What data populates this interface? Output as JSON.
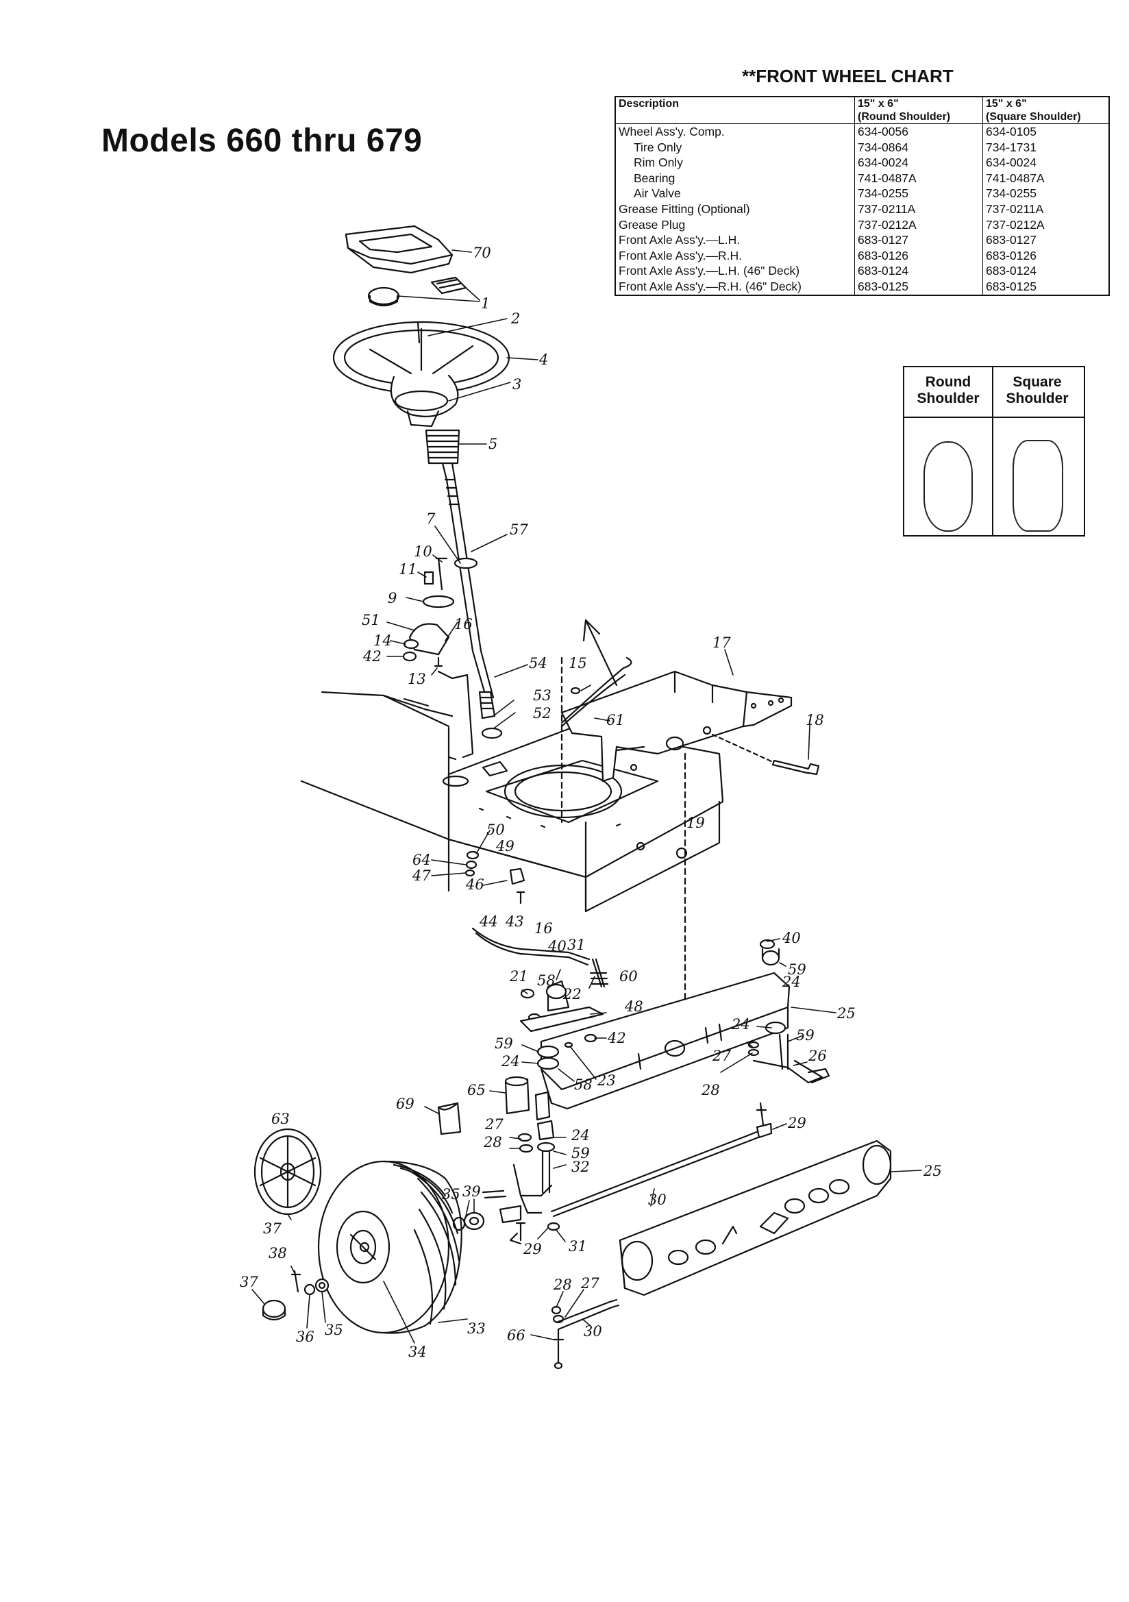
{
  "page_title": "Models 660 thru 679",
  "wheel_chart": {
    "title": "**FRONT WHEEL CHART",
    "headers": [
      "Description",
      "15\" x 6\" (Round Shoulder)",
      "15\" x 6\" (Square Shoulder)"
    ],
    "header_lines": {
      "c1_line1": "15\" x 6\"",
      "c1_line2": "(Round Shoulder)",
      "c2_line1": "15\" x 6\"",
      "c2_line2": "(Square Shoulder)"
    },
    "rows": [
      {
        "description": "Wheel Ass'y. Comp.",
        "round": "634-0056",
        "square": "634-0105"
      },
      {
        "description": "Tire Only",
        "round": "734-0864",
        "square": "734-1731"
      },
      {
        "description": "Rim Only",
        "round": "634-0024",
        "square": "634-0024"
      },
      {
        "description": "Bearing",
        "round": "741-0487A",
        "square": "741-0487A"
      },
      {
        "description": "Air Valve",
        "round": "734-0255",
        "square": "734-0255"
      },
      {
        "description": "Grease Fitting (Optional)",
        "round": "737-0211A",
        "square": "737-0211A"
      },
      {
        "description": "Grease Plug",
        "round": "737-0212A",
        "square": "737-0212A"
      },
      {
        "description": "Front Axle Ass'y.—L.H.",
        "round": "683-0127",
        "square": "683-0127"
      },
      {
        "description": "Front Axle Ass'y.—R.H.",
        "round": "683-0126",
        "square": "683-0126"
      },
      {
        "description": "Front Axle Ass'y.—L.H. (46\" Deck)",
        "round": "683-0124",
        "square": "683-0124"
      },
      {
        "description": "Front Axle Ass'y.—R.H. (46\" Deck)",
        "round": "683-0125",
        "square": "683-0125"
      }
    ]
  },
  "shoulder_box": {
    "round_line1": "Round",
    "round_line2": "Shoulder",
    "square_line1": "Square",
    "square_line2": "Shoulder"
  },
  "callouts": {
    "c70": "70",
    "c1": "1",
    "c2": "2",
    "c4": "4",
    "c3": "3",
    "c5": "5",
    "c7": "7",
    "c57": "57",
    "c10": "10",
    "c11": "11",
    "c9": "9",
    "c51": "51",
    "c16a": "16",
    "c14": "14",
    "c42a": "42",
    "c13": "13",
    "c54": "54",
    "c15": "15",
    "c17": "17",
    "c53": "53",
    "c52": "52",
    "c61": "61",
    "c18": "18",
    "c19": "19",
    "c50": "50",
    "c49": "49",
    "c64": "64",
    "c47": "47",
    "c46": "46",
    "c44": "44",
    "c43": "43",
    "c16b": "16",
    "c40a": "40",
    "c31a": "31",
    "c40b": "40",
    "c59a": "59",
    "c24a": "24",
    "c21": "21",
    "c58a": "58",
    "c22": "22",
    "c60": "60",
    "c48": "48",
    "c25a": "25",
    "c42b": "42",
    "c24b": "24",
    "c59b": "59",
    "c26": "26",
    "c59c": "59",
    "c24c": "24",
    "c58b": "58",
    "c23": "23",
    "c27a": "27",
    "c28a": "28",
    "c65": "65",
    "c69": "69",
    "c29a": "29",
    "c27b": "27",
    "c24d": "24",
    "c28b": "28",
    "c59d": "59",
    "c32": "32",
    "c63": "63",
    "c25b": "25",
    "c35a": "35",
    "c39": "39",
    "c30a": "30",
    "c37a": "37",
    "c29b": "29",
    "c31b": "31",
    "c38": "38",
    "c37b": "37",
    "c28c": "28",
    "c27c": "27",
    "c36": "36",
    "c35b": "35",
    "c33": "33",
    "c66": "66",
    "c30b": "30",
    "c34": "34"
  }
}
